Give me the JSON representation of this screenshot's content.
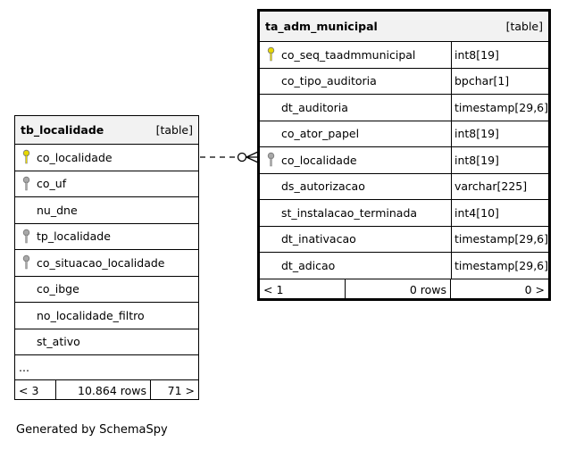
{
  "tables": {
    "ta_adm_municipal": {
      "name": "ta_adm_municipal",
      "kind": "[table]",
      "columns": [
        {
          "key": "primary",
          "name": "co_seq_taadmmunicipal",
          "type": "int8[19]"
        },
        {
          "key": "none",
          "name": "co_tipo_auditoria",
          "type": "bpchar[1]"
        },
        {
          "key": "none",
          "name": "dt_auditoria",
          "type": "timestamp[29,6]"
        },
        {
          "key": "none",
          "name": "co_ator_papel",
          "type": "int8[19]"
        },
        {
          "key": "foreign",
          "name": "co_localidade",
          "type": "int8[19]"
        },
        {
          "key": "none",
          "name": "ds_autorizacao",
          "type": "varchar[225]"
        },
        {
          "key": "none",
          "name": "st_instalacao_terminada",
          "type": "int4[10]"
        },
        {
          "key": "none",
          "name": "dt_inativacao",
          "type": "timestamp[29,6]"
        },
        {
          "key": "none",
          "name": "dt_adicao",
          "type": "timestamp[29,6]"
        }
      ],
      "footer": {
        "left": "< 1",
        "middle": "0 rows",
        "right": "0 >"
      }
    },
    "tb_localidade": {
      "name": "tb_localidade",
      "kind": "[table]",
      "columns": [
        {
          "key": "primary",
          "name": "co_localidade"
        },
        {
          "key": "foreign",
          "name": "co_uf"
        },
        {
          "key": "none",
          "name": "nu_dne"
        },
        {
          "key": "foreign",
          "name": "tp_localidade"
        },
        {
          "key": "foreign",
          "name": "co_situacao_localidade"
        },
        {
          "key": "none",
          "name": "co_ibge"
        },
        {
          "key": "none",
          "name": "no_localidade_filtro"
        },
        {
          "key": "none",
          "name": "st_ativo"
        }
      ],
      "ellipsis": "...",
      "footer": {
        "left": "< 3",
        "middle": "10.864 rows",
        "right": "71 >"
      }
    }
  },
  "generated_by": "Generated by SchemaSpy",
  "colors": {
    "primary_key": "#e8d800",
    "foreign_key": "#a8a8a8",
    "header_bg": "#f2f2f2"
  },
  "icons": {
    "primary_key": "key-icon",
    "foreign_key": "key-icon"
  }
}
